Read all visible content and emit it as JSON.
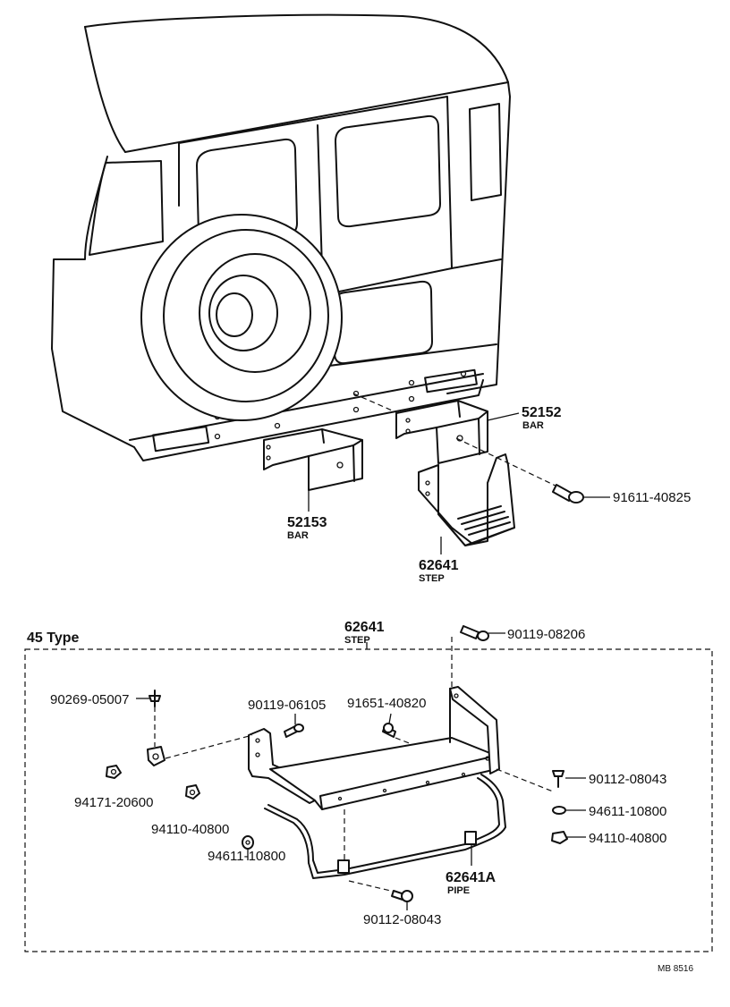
{
  "diagram": {
    "doc_code": "MB  8516",
    "top_section": {
      "parts": [
        {
          "number": "52152",
          "name": "BAR"
        },
        {
          "number": "52153",
          "name": "BAR"
        },
        {
          "number": "62641",
          "name": "STEP"
        }
      ],
      "callouts": [
        "91611-40825"
      ]
    },
    "type_box": {
      "title": "45 Type",
      "main_part": {
        "number": "62641",
        "name": "STEP"
      },
      "pipe": {
        "number": "62641A",
        "name": "PIPE"
      },
      "callouts": [
        "90119-08206",
        "90269-05007",
        "90119-06105",
        "91651-40820",
        "90112-08043",
        "94171-20600",
        "94611-10800",
        "94110-40800",
        "94110-40800",
        "94611-10800",
        "90112-08043"
      ]
    }
  }
}
